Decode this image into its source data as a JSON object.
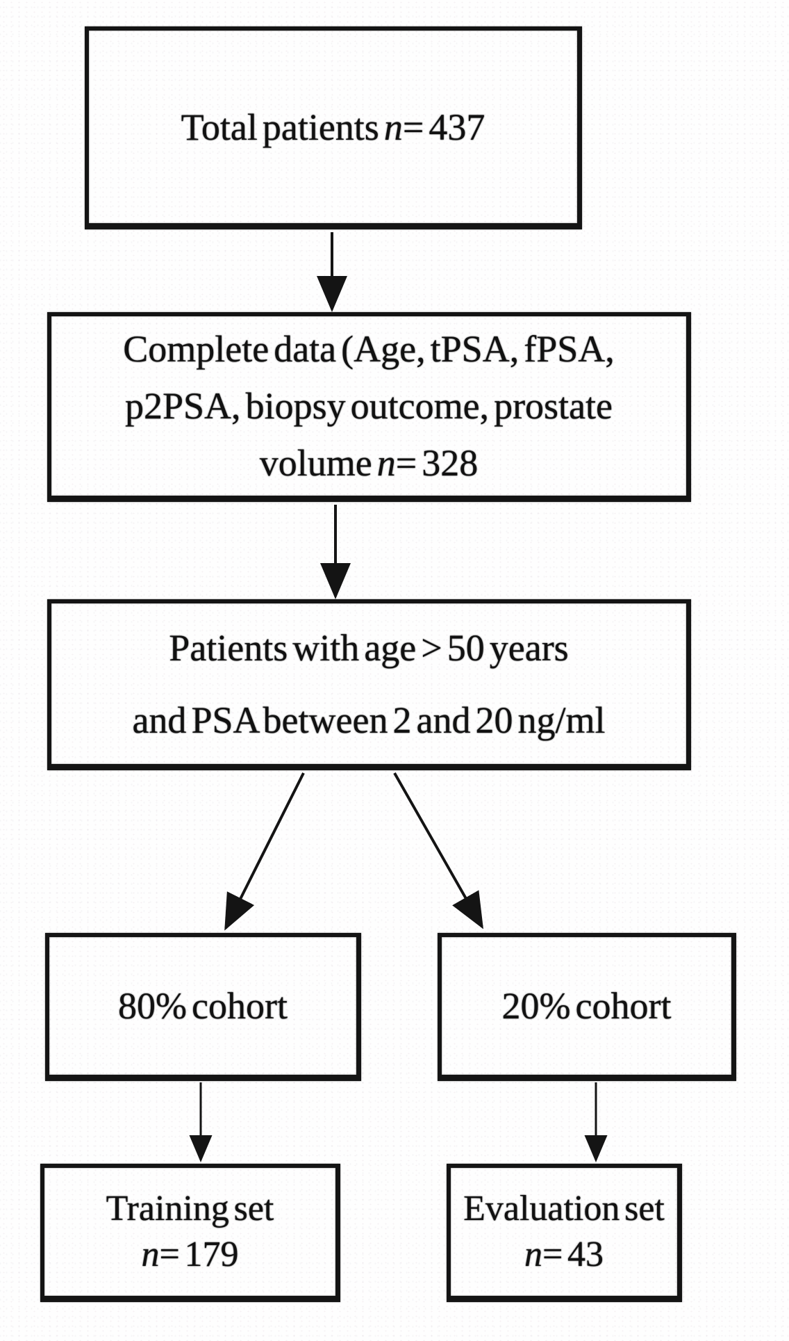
{
  "figure": {
    "type": "flowchart",
    "background_color": "#fefefe",
    "line_color": "#141414",
    "text_color": "#111111"
  },
  "nodes": {
    "total_patients": {
      "line1": {
        "pre": "Total patients ",
        "var": "n",
        "post": "= 437"
      }
    },
    "complete_data": {
      "line1": {
        "text": "Complete data (Age, tPSA, fPSA,"
      },
      "line2": {
        "text": "p2PSA, biopsy outcome, prostate"
      },
      "line3": {
        "pre": "volume ",
        "var": "n",
        "post": "= 328"
      }
    },
    "age_psa_filter": {
      "line1": {
        "text": "Patients with age > 50 years"
      },
      "line2": {
        "text": "and PSA between 2 and 20 ng/ml"
      }
    },
    "cohort_80": {
      "line1": {
        "text": "80% cohort"
      }
    },
    "cohort_20": {
      "line1": {
        "text": "20% cohort"
      }
    },
    "training_set": {
      "line1": {
        "text": "Training set"
      },
      "line2": {
        "pre": "",
        "var": "n",
        "post": "= 179"
      }
    },
    "evaluation_set": {
      "line1": {
        "text": "Evaluation set"
      },
      "line2": {
        "pre": "",
        "var": "n",
        "post": "= 43"
      }
    }
  }
}
